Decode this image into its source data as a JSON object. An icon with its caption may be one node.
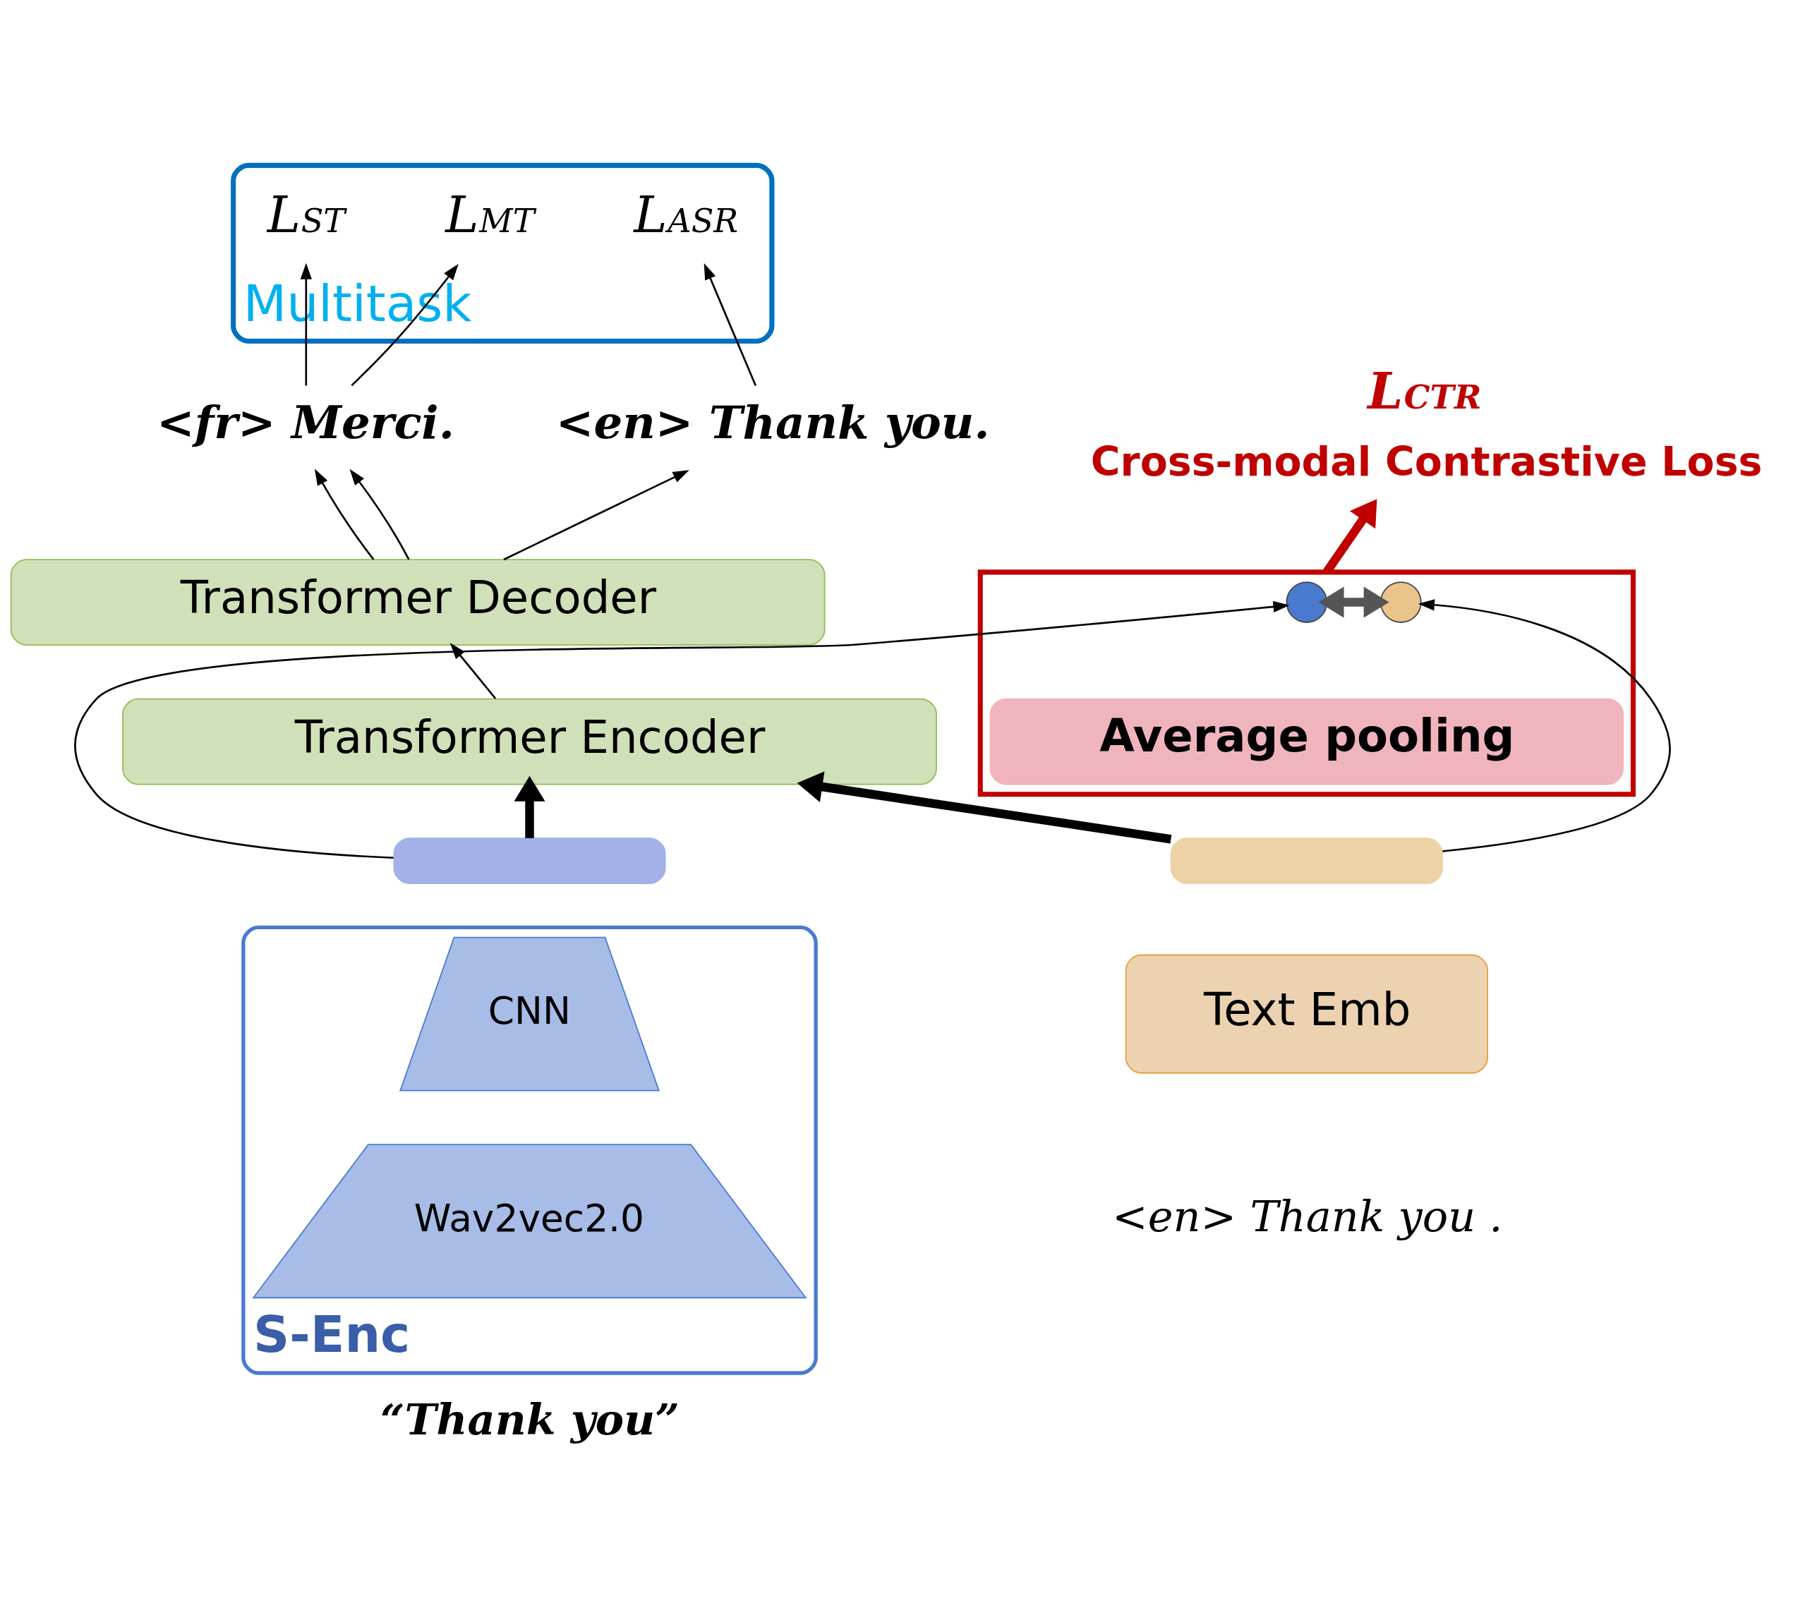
{
  "diagram": {
    "nodes": [
      {
        "text": [
          "Multitask"
        ]
      },
      {
        "text": [
          "L$_{ST}$"
        ],
        "in": 0
      },
      {
        "text": [
          "L$_{MT}$"
        ],
        "in": 0
      },
      {
        "text": [
          "L$_{ASR}$"
        ],
        "in": 0
      },
      {
        "text": [
          "<fr> Merci."
        ]
      },
      {
        "text": [
          "<en> Thank you."
        ]
      },
      {
        "text": [
          "Transformer Decoder"
        ]
      },
      {
        "text": [
          "Transformer Encoder"
        ]
      },
      {
        "text": [],
        "shape": "box"
      },
      {
        "text": [],
        "shape": "circle",
        "in": 8
      },
      {
        "text": [],
        "shape": "circle",
        "in": 8
      },
      {
        "text": [
          "Average pooling"
        ],
        "in": 8
      },
      {
        "text": [],
        "shape": "bar"
      },
      {
        "text": [
          "S-Enc"
        ]
      },
      {
        "text": [
          "CNN"
        ],
        "in": 13
      },
      {
        "text": [
          "Wav2vec2.0"
        ],
        "in": 13
      },
      {
        "text": [
          "“Thank you”"
        ]
      },
      {
        "text": [],
        "shape": "bar"
      },
      {
        "text": [
          "Text Emb"
        ]
      },
      {
        "text": [
          "<en> Thank you ."
        ]
      },
      {
        "text": [
          "L$_{CTR}$"
        ],
        "beside": [
          "Cross-modal Contrastive Loss"
        ]
      }
    ],
    "edges": [
      {
        "from": 4,
        "to": 1,
        "arrow": "to"
      },
      {
        "from": 4,
        "to": 2,
        "arrow": "to"
      },
      {
        "from": 5,
        "to": 3,
        "arrow": "to"
      },
      {
        "from": 6,
        "to": 4,
        "arrow": "to"
      },
      {
        "from": 6,
        "to": 4,
        "arrow": "to"
      },
      {
        "from": 6,
        "to": 5,
        "arrow": "to"
      },
      {
        "from": 7,
        "to": 6,
        "arrow": "to"
      },
      {
        "from": 9,
        "to": 10,
        "arrow": "both",
        "style": "thick",
        "color": "#555555"
      },
      {
        "from": 12,
        "to": 7,
        "arrow": "to",
        "style": "thick"
      },
      {
        "from": 12,
        "to": 9,
        "arrow": "to"
      },
      {
        "from": 17,
        "to": 10,
        "arrow": "to"
      },
      {
        "from": 17,
        "to": 7,
        "arrow": "to",
        "style": "thick"
      },
      {
        "from": 8,
        "to": 20,
        "arrow": "to",
        "style": "thick",
        "color": "#c00000"
      }
    ]
  }
}
